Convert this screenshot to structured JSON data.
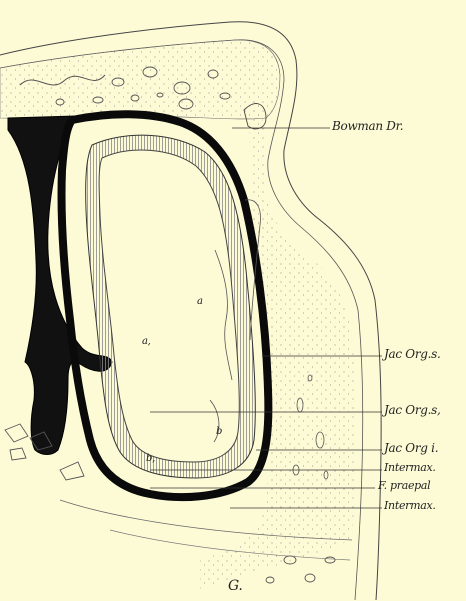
{
  "labels": {
    "bowman": "Bowman Dr.",
    "jac_org_s1": "Jac Org.s.",
    "jac_org_s2": "Jac Org.s,",
    "jac_org_i": "Jac Org i.",
    "intermax1": "Intermax.",
    "f_praepal": "F. praepal",
    "intermax2": "Intermax.",
    "a": "a",
    "a1": "a,",
    "b": "b",
    "b1": "b,",
    "figure": "G."
  }
}
